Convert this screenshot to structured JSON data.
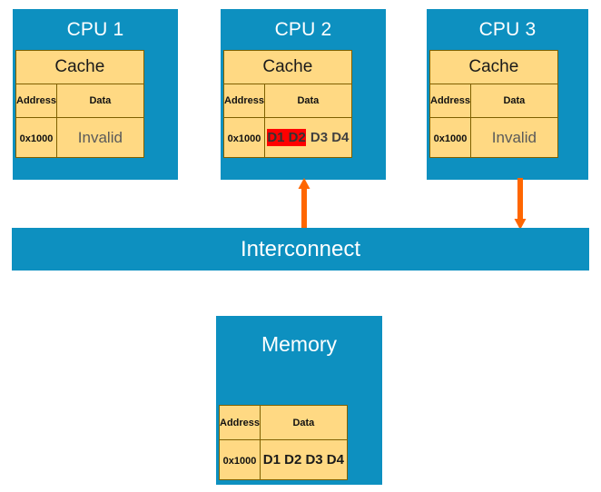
{
  "diagram": {
    "title": "Cache coherence diagram",
    "colors": {
      "block_blue": "#0d90c0",
      "table_tan": "#ffd983",
      "table_border": "#7f6000",
      "arrow_orange": "#ff6600",
      "highlight_red": "#ff0000",
      "state_text_gray": "#5a5a5a"
    }
  },
  "cpus": [
    {
      "title": "CPU 1",
      "cache_label": "Cache",
      "columns": [
        "Address",
        "Data"
      ],
      "row": {
        "address": "0x1000",
        "data": "Invalid",
        "data_style": "state"
      },
      "connector": "none"
    },
    {
      "title": "CPU 2",
      "cache_label": "Cache",
      "columns": [
        "Address",
        "Data"
      ],
      "row": {
        "address": "0x1000",
        "data": "D1 D2 D3 D4",
        "data_highlighted": "D1 D2",
        "data_plain": "D3 D4",
        "data_style": "highlighted"
      },
      "connector": "arrow-up"
    },
    {
      "title": "CPU 3",
      "cache_label": "Cache",
      "columns": [
        "Address",
        "Data"
      ],
      "row": {
        "address": "0x1000",
        "data": "Invalid",
        "data_style": "state"
      },
      "connector": "arrow-down"
    }
  ],
  "interconnect": {
    "label": "Interconnect"
  },
  "memory": {
    "title": "Memory",
    "columns": [
      "Address",
      "Data"
    ],
    "row": {
      "address": "0x1000",
      "data": "D1 D2 D3 D4"
    }
  }
}
